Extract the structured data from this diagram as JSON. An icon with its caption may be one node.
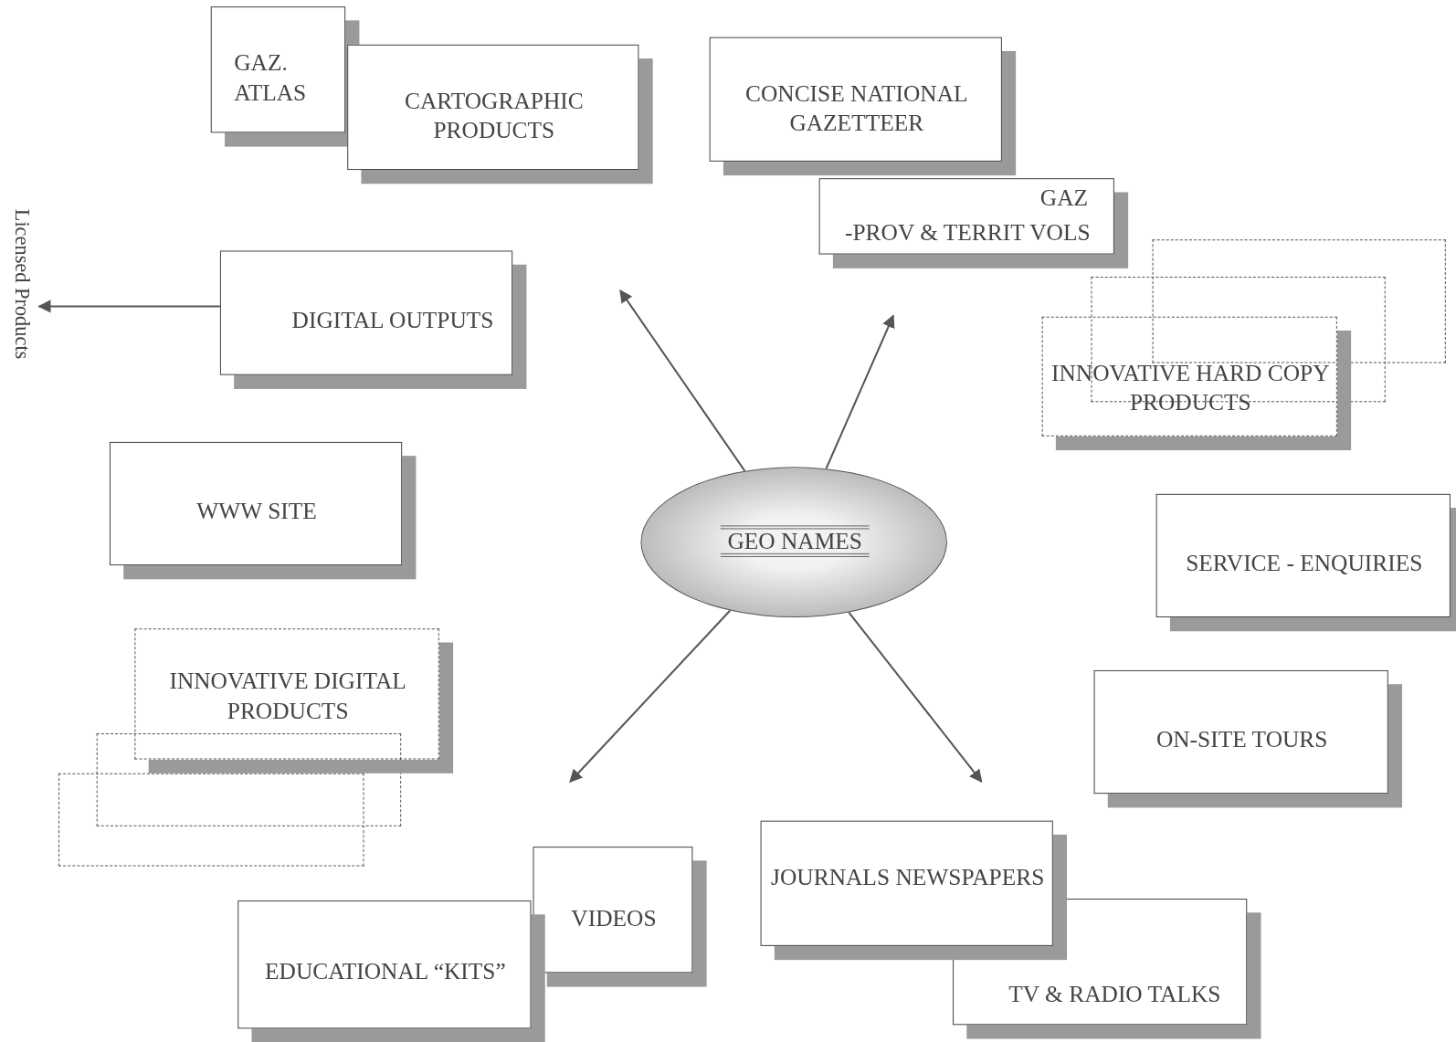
{
  "diagram": {
    "nodes": [
      {
        "text": [
          "GAZ. ATLAS"
        ]
      },
      {
        "text": [
          "CARTOGRAPHIC PRODUCTS"
        ]
      },
      {
        "text": [
          "CONCISE NATIONAL GAZETTEER"
        ]
      },
      {
        "text": [
          "GAZ",
          "-PROV & TERRIT VOLS"
        ]
      },
      {
        "text": [
          "Licensed Products"
        ]
      },
      {
        "text": [
          "DIGITAL OUTPUTS"
        ]
      },
      {
        "text": [],
        "shape": "box"
      },
      {
        "text": [],
        "shape": "box"
      },
      {
        "text": [
          "INNOVATIVE HARD COPY PRODUCTS"
        ]
      },
      {
        "text": [
          "WWW SITE"
        ]
      },
      {
        "text": [
          "GEO NAMES"
        ]
      },
      {
        "text": [
          "SERVICE - ENQUIRIES"
        ]
      },
      {
        "text": [
          "INNOVATIVE DIGITAL PRODUCTS"
        ]
      },
      {
        "text": [],
        "shape": "box"
      },
      {
        "text": [],
        "shape": "box"
      },
      {
        "text": [
          "ON-SITE TOURS"
        ]
      },
      {
        "text": [
          "VIDEOS"
        ]
      },
      {
        "text": [
          "EDUCATIONAL “KITS”"
        ]
      },
      {
        "text": [
          "JOURNALS NEWSPAPERS"
        ]
      },
      {
        "text": [
          "TV & RADIO TALKS"
        ]
      }
    ],
    "edges": [
      {
        "from": 5,
        "to": 4,
        "arrow": "to"
      },
      {
        "from": 10,
        "to": null,
        "arrow": "to"
      },
      {
        "from": 10,
        "to": null,
        "arrow": "to"
      },
      {
        "from": 10,
        "to": null,
        "arrow": "to"
      },
      {
        "from": 10,
        "to": null,
        "arrow": "to"
      }
    ]
  }
}
